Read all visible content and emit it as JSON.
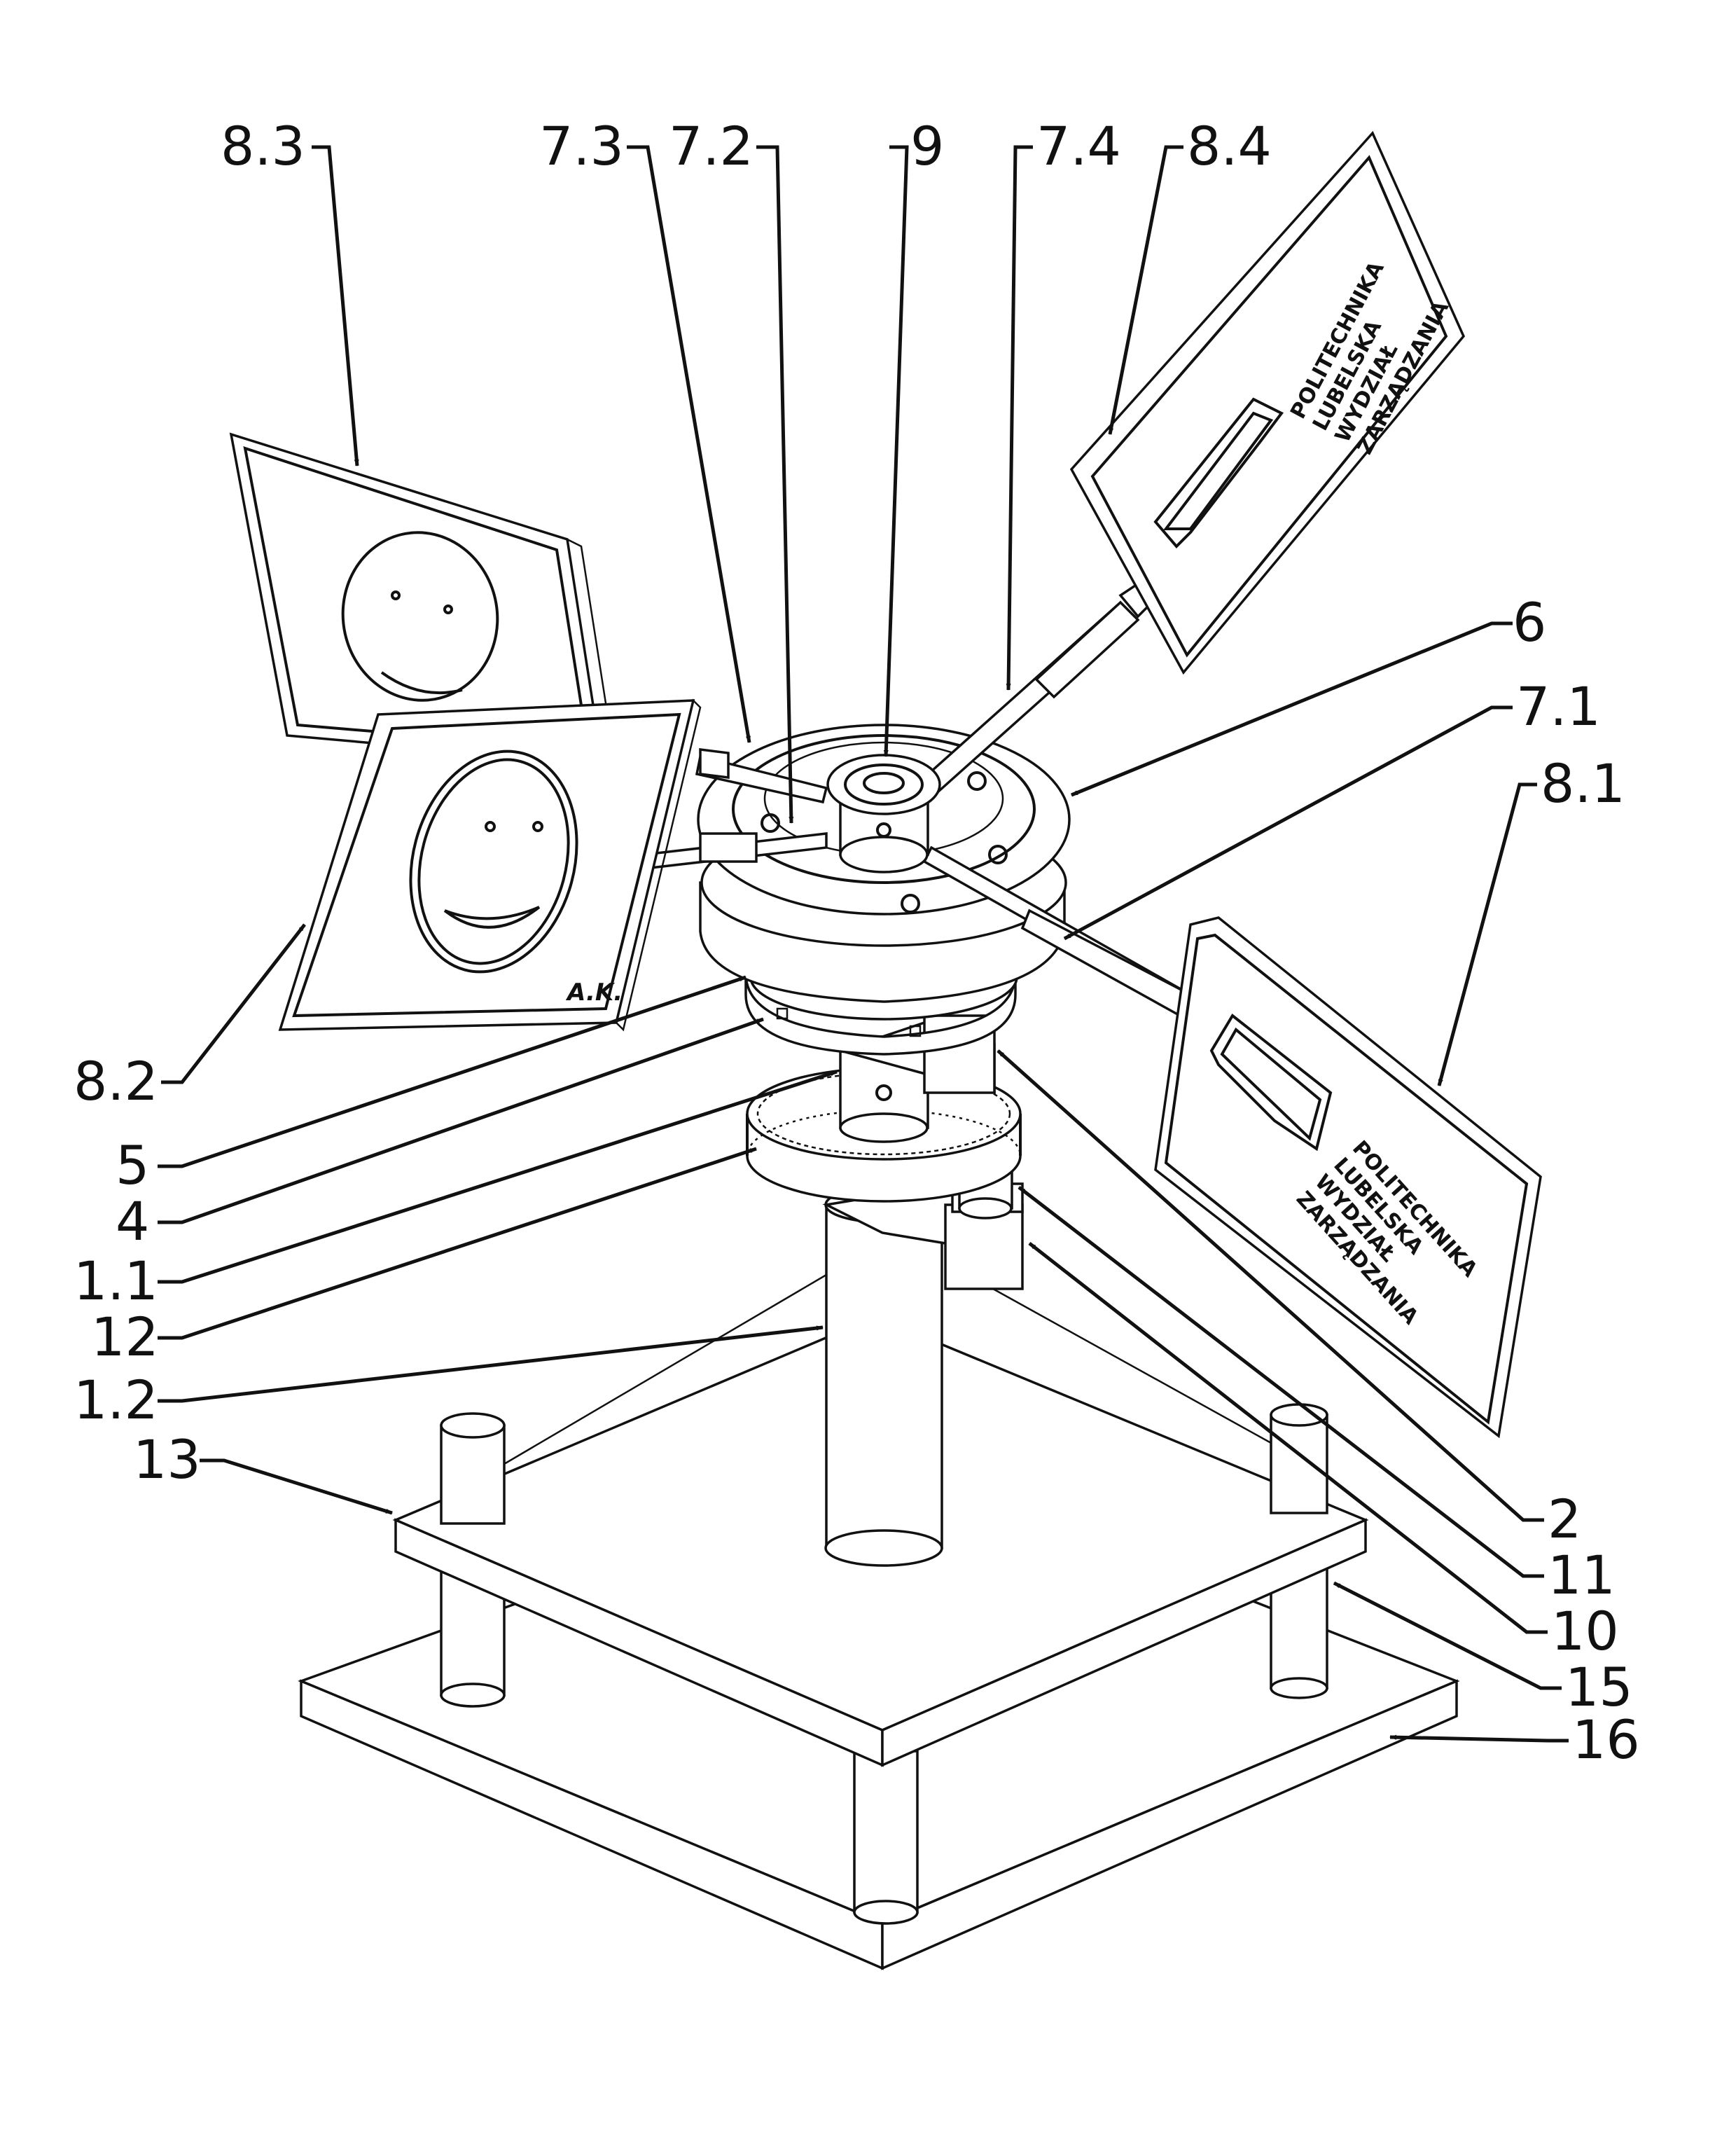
{
  "labels": {
    "l_8_3": "8.3",
    "l_7_3": "7.3",
    "l_7_2": "7.2",
    "l_9": "9",
    "l_7_4": "7.4",
    "l_8_4": "8.4",
    "l_6": "6",
    "l_7_1": "7.1",
    "l_8_1": "8.1",
    "l_8_2": "8.2",
    "l_5": "5",
    "l_4": "4",
    "l_1_1": "1.1",
    "l_12": "12",
    "l_1_2": "1.2",
    "l_13": "13",
    "l_2": "2",
    "l_11": "11",
    "l_10": "10",
    "l_15": "15",
    "l_16": "16"
  },
  "panel_text": {
    "line1": "POLITECHNIKA",
    "line2": "LUBELSKA",
    "line3": "WYDZIAŁ",
    "line4": "ZARZĄDZANIA"
  },
  "signature": "A.K."
}
